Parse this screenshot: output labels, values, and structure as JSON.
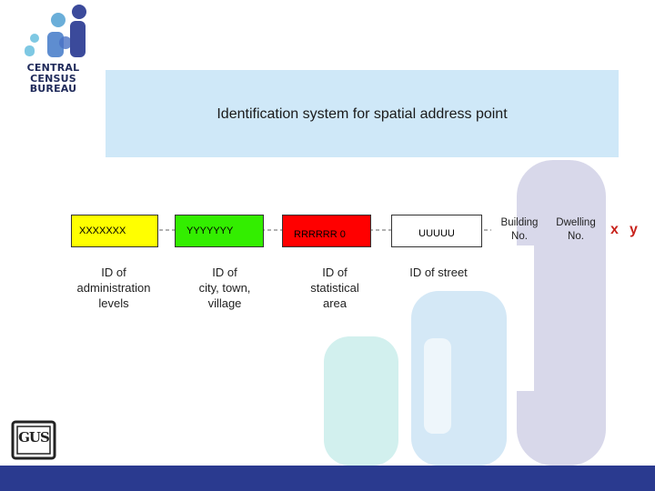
{
  "logo": {
    "line1": "CENTRAL",
    "line2": "CENSUS BUREAU",
    "seal_text": "GUS"
  },
  "title": "Identification system for spatial address point",
  "codes": [
    {
      "code": "XXXXXXX",
      "label": [
        "ID of",
        "administration",
        "levels"
      ],
      "color": "#ffff00"
    },
    {
      "code": "YYYYYYY",
      "label": [
        "ID of",
        "city, town,",
        "village"
      ],
      "color": "#33ee00"
    },
    {
      "code": "RRRRRR 0",
      "label": [
        "ID of",
        "statistical",
        "area"
      ],
      "color": "#ff0000"
    },
    {
      "code": "UUUUU",
      "label": [
        "ID of street"
      ],
      "color": "#ffffff"
    }
  ],
  "fields": [
    {
      "label": [
        "Building",
        "No."
      ]
    },
    {
      "label": [
        "Dwelling",
        "No."
      ]
    }
  ],
  "coords": {
    "x": "x",
    "y": "y"
  },
  "colors": {
    "title_bg": "#cfe8f8",
    "footer": "#2a3a8f",
    "coord_text": "#c8231c"
  }
}
